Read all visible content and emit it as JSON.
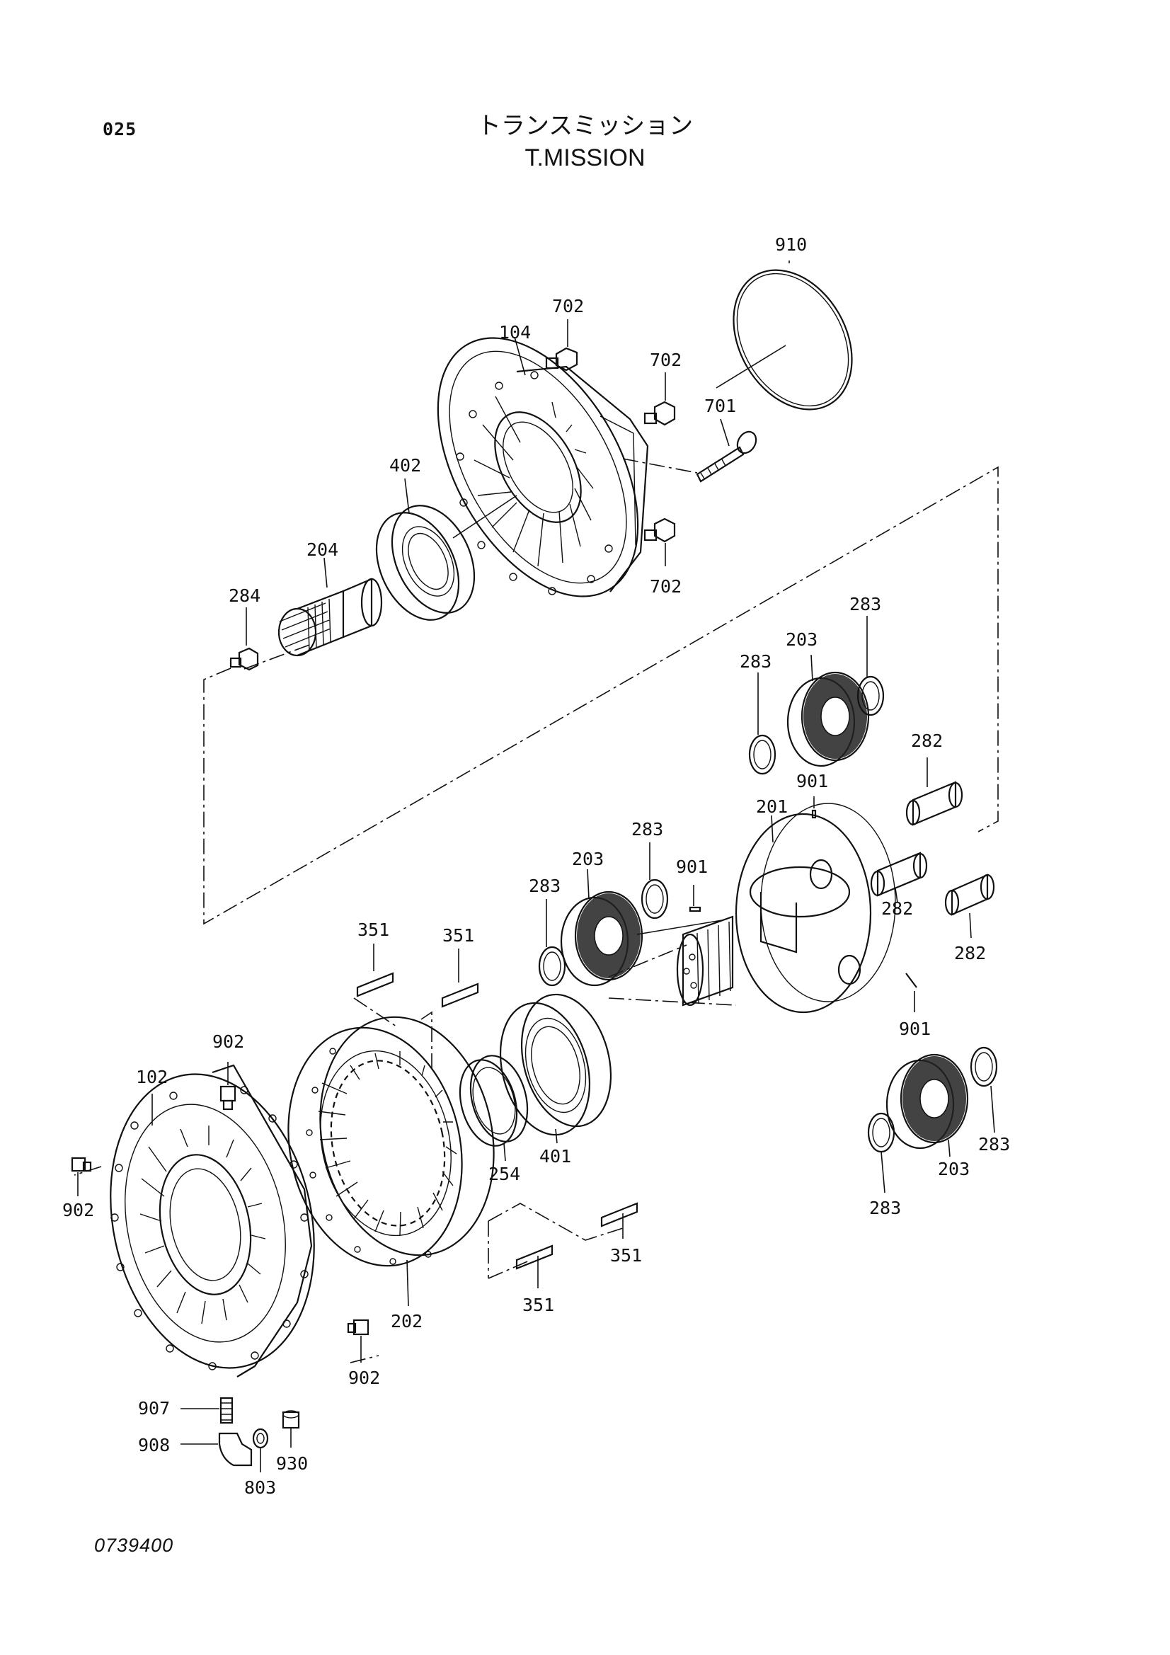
{
  "header": {
    "page_number": "025",
    "title_jp": "トランスミッション",
    "title_en": "T.MISSION"
  },
  "footer": {
    "drawing_number": "0739400"
  },
  "callouts": {
    "c910": "910",
    "c702a": "702",
    "c104": "104",
    "c702b": "702",
    "c701": "701",
    "c402": "402",
    "c204": "204",
    "c702c": "702",
    "c284": "284",
    "c283a": "283",
    "c203a": "203",
    "c283b": "283",
    "c282a": "282",
    "c901a": "901",
    "c201": "201",
    "c283c": "283",
    "c203b": "203",
    "c901b": "901",
    "c283d": "283",
    "c282b": "282",
    "c282c": "282",
    "c351a": "351",
    "c351b": "351",
    "c901c": "901",
    "c902a": "902",
    "c102": "102",
    "c254": "254",
    "c401": "401",
    "c283e": "283",
    "c203c": "203",
    "c283f": "283",
    "c902b": "902",
    "c351c": "351",
    "c202": "202",
    "c351d": "351",
    "c902c": "902",
    "c907": "907",
    "c908": "908",
    "c930": "930",
    "c803": "803"
  }
}
